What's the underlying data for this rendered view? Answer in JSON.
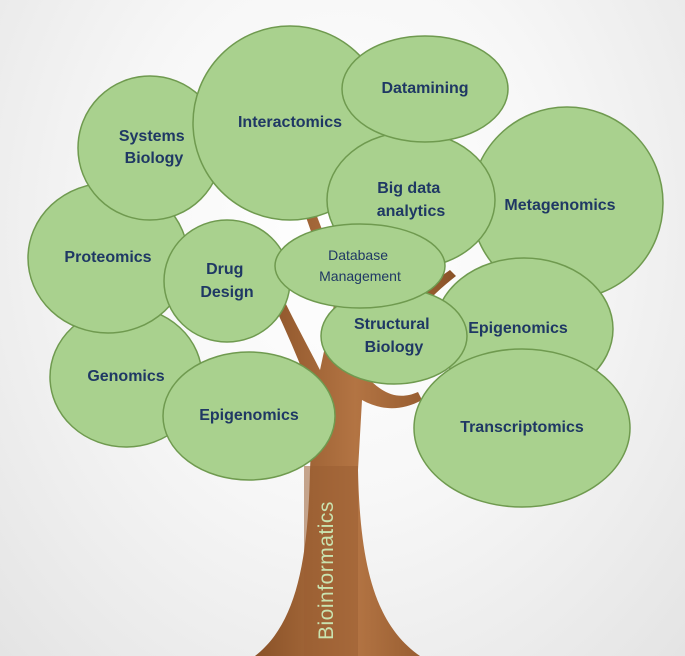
{
  "trunk_label": "Bioinformatics",
  "leaves": {
    "systems_biology": [
      "Systems",
      "Biology"
    ],
    "proteomics": [
      "Proteomics"
    ],
    "genomics": [
      "Genomics"
    ],
    "epigenomics_bottom": [
      "Epigenomics"
    ],
    "drug_design": [
      "Drug",
      "Design"
    ],
    "interactomics": [
      "Interactomics"
    ],
    "big_data": [
      "Big data",
      "analytics"
    ],
    "datamining": [
      "Datamining"
    ],
    "metagenomics": [
      "Metagenomics"
    ],
    "database_management": [
      "Database",
      "Management"
    ],
    "structural_biology": [
      "Structural",
      "Biology"
    ],
    "epigenomics_right": [
      "Epigenomics"
    ],
    "transcriptomics": [
      "Transcriptomics"
    ]
  },
  "colors": {
    "leaf_fill": "#a9d18e",
    "leaf_stroke": "#6f9a4f",
    "trunk": "#a9693a",
    "label_text": "#1f3864"
  }
}
